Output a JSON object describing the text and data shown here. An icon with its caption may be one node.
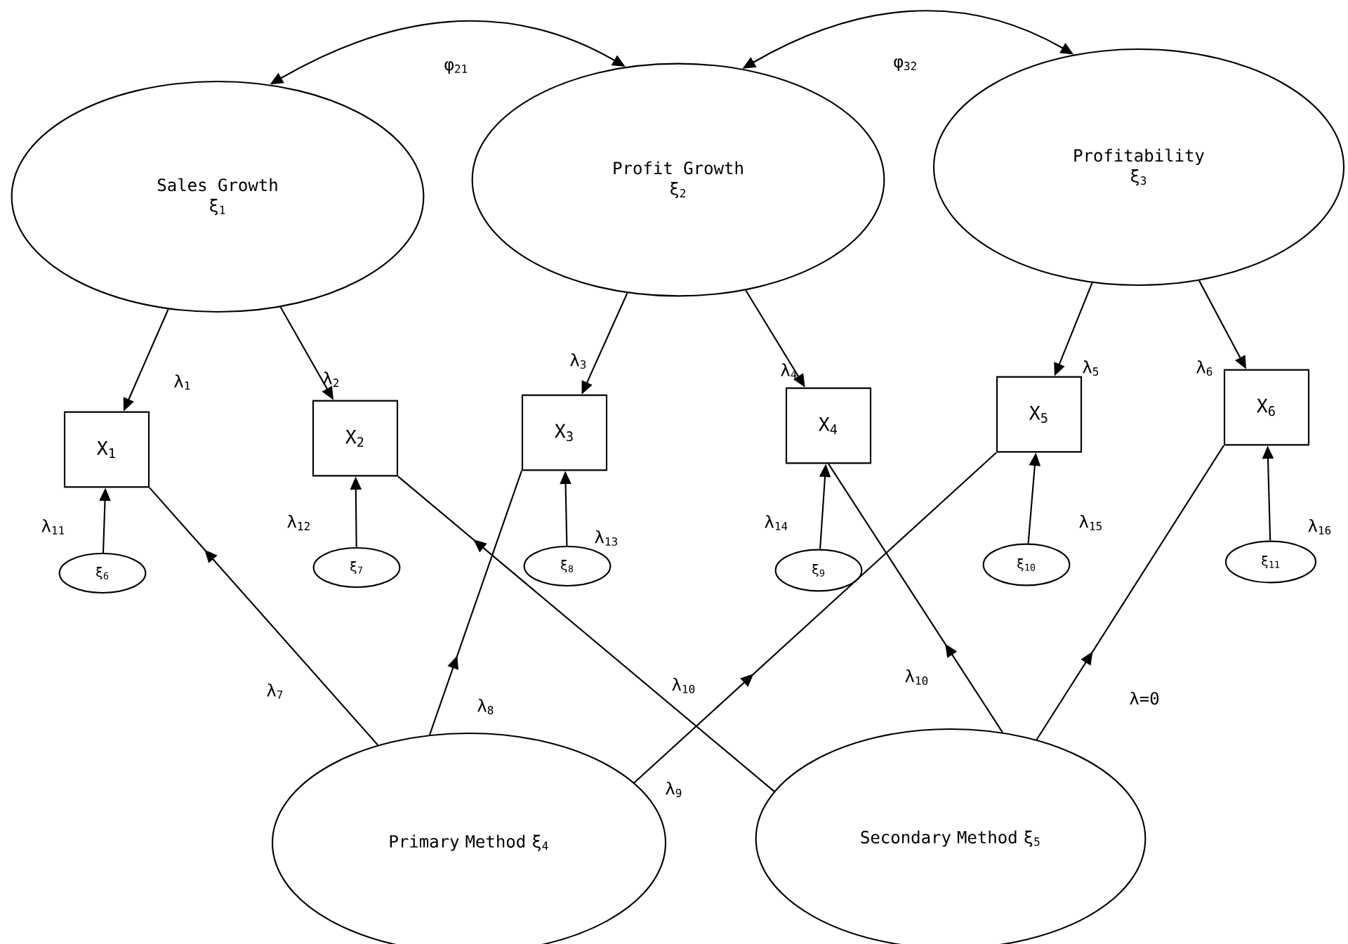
{
  "diagram": {
    "nodes": [
      {
        "text": [
          "Sales Growth",
          "ξ$_{1}$"
        ]
      },
      {
        "text": [
          "Profit Growth",
          "ξ$_{2}$"
        ]
      },
      {
        "text": [
          "Profitability",
          "ξ$_{3}$"
        ]
      },
      {
        "text": [
          "X$_{1}$"
        ]
      },
      {
        "text": [
          "X$_{2}$"
        ]
      },
      {
        "text": [
          "X$_{3}$"
        ]
      },
      {
        "text": [
          "X$_{4}$"
        ]
      },
      {
        "text": [
          "X$_{5}$"
        ]
      },
      {
        "text": [
          "X$_{6}$"
        ]
      },
      {
        "text": [
          "ξ$_{6}$"
        ]
      },
      {
        "text": [
          "ξ$_{7}$"
        ]
      },
      {
        "text": [
          "ξ$_{8}$"
        ]
      },
      {
        "text": [
          "ξ$_{9}$"
        ]
      },
      {
        "text": [
          "ξ$_{10}$"
        ]
      },
      {
        "text": [
          "ξ$_{11}$"
        ]
      },
      {
        "text": [
          "Primary Method ξ$_{4}$"
        ]
      },
      {
        "text": [
          "Secondary Method ξ$_{5}$"
        ]
      }
    ],
    "edges": [
      {
        "from": 0,
        "to": 1,
        "arrow": "both",
        "label": "φ$_{21}$"
      },
      {
        "from": 1,
        "to": 2,
        "arrow": "both",
        "label": "φ$_{32}$"
      },
      {
        "from": 0,
        "to": 3,
        "arrow": "to",
        "label": "λ$_{1}$"
      },
      {
        "from": 0,
        "to": 4,
        "arrow": "to",
        "label": "λ$_{2}$"
      },
      {
        "from": 1,
        "to": 5,
        "arrow": "to",
        "label": "λ$_{3}$"
      },
      {
        "from": 1,
        "to": 6,
        "arrow": "to",
        "label": "λ$_{4}$"
      },
      {
        "from": 2,
        "to": 7,
        "arrow": "to",
        "label": "λ$_{5}$"
      },
      {
        "from": 2,
        "to": 8,
        "arrow": "to",
        "label": "λ$_{6}$"
      },
      {
        "from": 9,
        "to": 3,
        "arrow": "to",
        "label": "λ$_{11}$"
      },
      {
        "from": 10,
        "to": 4,
        "arrow": "to",
        "label": "λ$_{12}$"
      },
      {
        "from": 11,
        "to": 5,
        "arrow": "to",
        "label": "λ$_{13}$"
      },
      {
        "from": 12,
        "to": 6,
        "arrow": "to",
        "label": "λ$_{14}$"
      },
      {
        "from": 13,
        "to": 7,
        "arrow": "to",
        "label": "λ$_{15}$"
      },
      {
        "from": 14,
        "to": 8,
        "arrow": "to",
        "label": "λ$_{16}$"
      },
      {
        "from": 15,
        "to": 3,
        "arrow": "to",
        "label": "λ$_{7}$"
      },
      {
        "from": 15,
        "to": 5,
        "arrow": "to",
        "label": "λ$_{8}$"
      },
      {
        "from": 15,
        "to": 7,
        "arrow": "to",
        "label": "λ$_{9}$"
      },
      {
        "from": 16,
        "to": 4,
        "arrow": "to",
        "label": "λ$_{10}$"
      },
      {
        "from": 16,
        "to": 6,
        "arrow": "to",
        "label": "λ$_{10}$"
      },
      {
        "from": 16,
        "to": 8,
        "arrow": "to",
        "label": "λ=0"
      }
    ]
  }
}
